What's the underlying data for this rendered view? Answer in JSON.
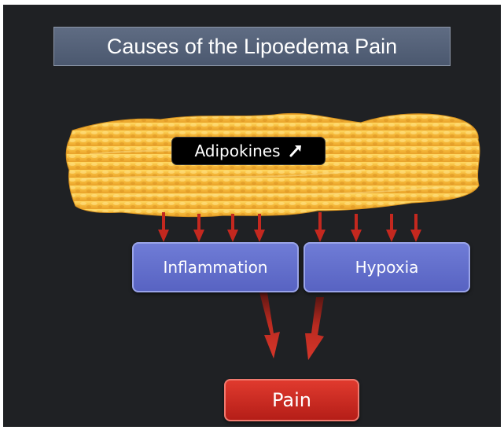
{
  "title": "Causes of the Lipoedema Pain",
  "adipokines": {
    "label": "Adipokines",
    "trend_icon": "arrow-up-icon"
  },
  "nodes": {
    "inflammation": "Inflammation",
    "hypoxia": "Hypoxia",
    "pain": "Pain"
  },
  "colors": {
    "background": "#1f2124",
    "title_fill": "#56637a",
    "node_blue": "#6470cc",
    "node_red": "#c92a22",
    "arrow_red": "#c4281f",
    "fat_tissue": "#f5c040"
  }
}
